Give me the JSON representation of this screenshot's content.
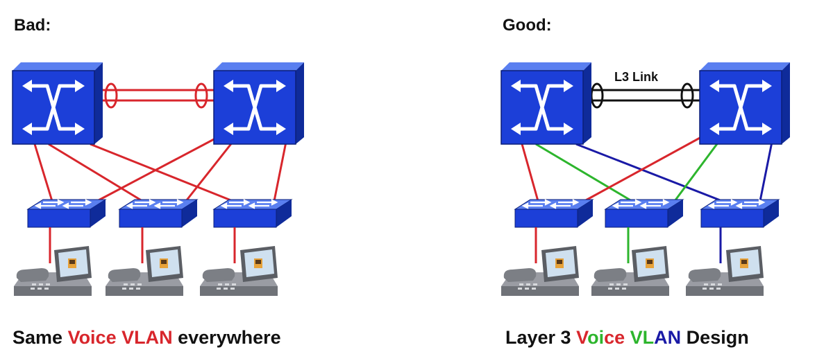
{
  "colors": {
    "red": "#d8262c",
    "green": "#2db52d",
    "blue": "#1a1aa6",
    "switch_blue": "#1c3fd8",
    "black": "#111111"
  },
  "bad": {
    "heading": "Bad:",
    "caption": [
      {
        "text": "Same ",
        "color": "black"
      },
      {
        "text": "Voice VLAN",
        "color": "red"
      },
      {
        "text": " everywhere",
        "color": "black"
      }
    ]
  },
  "good": {
    "heading": "Good:",
    "link_label": "L3 Link",
    "caption": [
      {
        "text": "Layer 3 ",
        "color": "black"
      },
      {
        "text": "V",
        "color": "red"
      },
      {
        "text": "oi",
        "color": "green"
      },
      {
        "text": "ce",
        "color": "red"
      },
      {
        "text": " ",
        "color": "black"
      },
      {
        "text": "VL",
        "color": "green"
      },
      {
        "text": "A",
        "color": "blue"
      },
      {
        "text": "N",
        "color": "blue"
      },
      {
        "text": " Design",
        "color": "black"
      }
    ]
  }
}
